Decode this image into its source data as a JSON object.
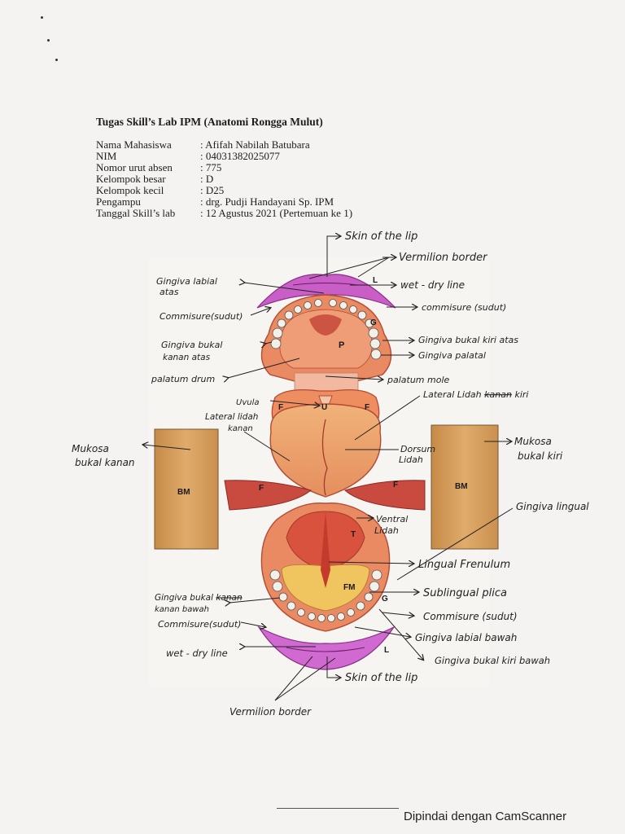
{
  "document": {
    "title": "Tugas Skill’s Lab IPM (Anatomi Rongga Mulut)",
    "info": [
      {
        "label": "Nama Mahasiswa",
        "value": ": Afifah Nabilah Batubara"
      },
      {
        "label": "NIM",
        "value": ": 04031382025077"
      },
      {
        "label": "Nomor urut absen",
        "value": ": 775"
      },
      {
        "label": "Kelompok besar",
        "value": ": D"
      },
      {
        "label": "Kelompok kecil",
        "value": ": D25"
      },
      {
        "label": "Pengampu",
        "value": ": drg. Pudji Handayani Sp. IPM"
      },
      {
        "label": "Tanggal Skill’s lab",
        "value": ": 12 Agustus 2021 (Pertemuan ke 1)"
      }
    ]
  },
  "diagram": {
    "letters": {
      "L": "L",
      "G": "G",
      "P": "P",
      "U": "U",
      "F": "F",
      "BM": "BM",
      "T": "T",
      "FM": "FM"
    },
    "labels": {
      "skin_of_lip_top": "Skin of the lip",
      "vermilion_border_top": "Vermilion border",
      "gingiva_labial_atas_1": "Gingiva labial",
      "gingiva_labial_atas_2": "atas",
      "wet_dry_line_top": "wet - dry line",
      "commisure_kanan_top": "Commisure(sudut)",
      "commisure_kiri_top": "commisure (sudut)",
      "gingiva_bukal_kanan_atas_1": "Gingiva bukal",
      "gingiva_bukal_kanan_atas_2": "kanan atas",
      "gingiva_bukal_kiri_atas": "Gingiva bukal kiri atas",
      "gingiva_palatal": "Gingiva palatal",
      "palatum_durum": "palatum drum",
      "palatum_mole": "palatum mole",
      "lateral_lidah_kiri_1": "Lateral Lidah",
      "lateral_lidah_kiri_struck": "kanan",
      "lateral_lidah_kiri_2": "kiri",
      "uvula": "Uvula",
      "lateral_lidah_kanan_1": "Lateral lidah",
      "lateral_lidah_kanan_2": "kanan",
      "mukosa_bukal_kanan_1": "Mukosa",
      "mukosa_bukal_kanan_2": "bukal kanan",
      "mukosa_bukal_kiri_1": "Mukosa",
      "mukosa_bukal_kiri_2": "bukal kiri",
      "dorsum_lidah_1": "Dorsum",
      "dorsum_lidah_2": "Lidah",
      "gingiva_lingual": "Gingiva lingual",
      "ventral_lidah_1": "Ventral",
      "ventral_lidah_2": "Lidah",
      "lingual_frenulum": "Lingual Frenulum",
      "sublingual_plica": "Sublingual plica",
      "gingiva_bukal_kanan_bawah_1": "Gingiva bukal",
      "gingiva_bukal_kanan_bawah_struck": "kanan",
      "gingiva_bukal_kanan_bawah_2": "kanan bawah",
      "commisure_kiri_bottom": "Commisure (sudut)",
      "commisure_kanan_bottom": "Commisure(sudut)",
      "gingiva_labial_bawah": "Gingiva labial bawah",
      "wet_dry_line_bottom": "wet - dry line",
      "gingiva_bukal_kiri_bawah": "Gingiva bukal kiri bawah",
      "skin_of_lip_bottom": "Skin of the lip",
      "vermilion_border_bottom": "Vermilion border"
    }
  },
  "footer": "Dipindai dengan CamScanner"
}
